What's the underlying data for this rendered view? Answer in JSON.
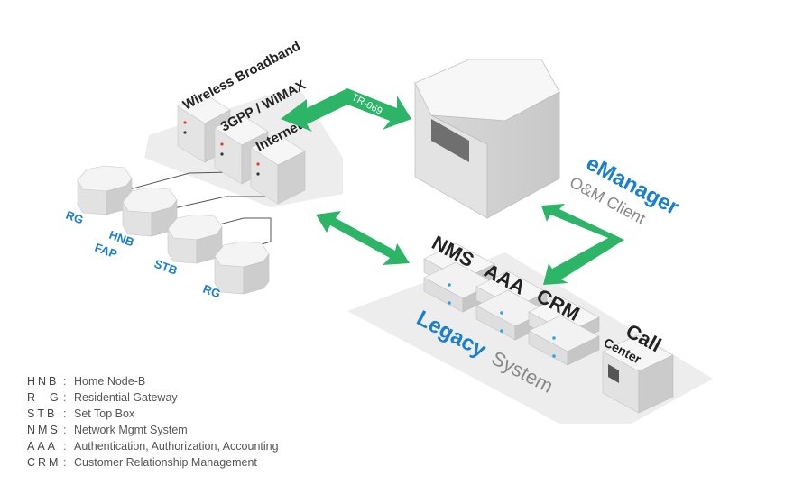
{
  "devices": {
    "wireless": "Wireless Broadband",
    "gpp": "3GPP / WiMAX",
    "internet": "Internet"
  },
  "home_devices": {
    "rg1": "RG",
    "hnb_line1": "HNB",
    "hnb_line2": "FAP",
    "stb": "STB",
    "rg2": "RG"
  },
  "protocol": "TR-069",
  "emanager": {
    "title": "eManager",
    "subtitle": "O&M Client"
  },
  "servers": {
    "nms": "NMS",
    "aaa": "AAA",
    "crm": "CRM",
    "call_line1": "Call",
    "call_line2": "Center"
  },
  "legacy": {
    "title": "Legacy",
    "subtitle": "System"
  },
  "legend": [
    {
      "abbr": "HNB",
      "sep": ":",
      "desc": "Home Node-B"
    },
    {
      "abbr": "R  G",
      "sep": ":",
      "desc": "Residential Gateway"
    },
    {
      "abbr": "STB",
      "sep": ":",
      "desc": "Set Top Box"
    },
    {
      "abbr": "NMS",
      "sep": ":",
      "desc": "Network Mgmt System"
    },
    {
      "abbr": "AAA",
      "sep": ":",
      "desc": "Authentication, Authorization, Accounting"
    },
    {
      "abbr": "CRM",
      "sep": ":",
      "desc": "Customer Relationship Management"
    }
  ],
  "colors": {
    "arrow": "#2db567",
    "accent_blue": "#1a7fd0",
    "shadow": "#ededed",
    "box_top": "#f7f7f7",
    "box_left": "#e3e3e3",
    "box_right": "#cfcfcf"
  }
}
